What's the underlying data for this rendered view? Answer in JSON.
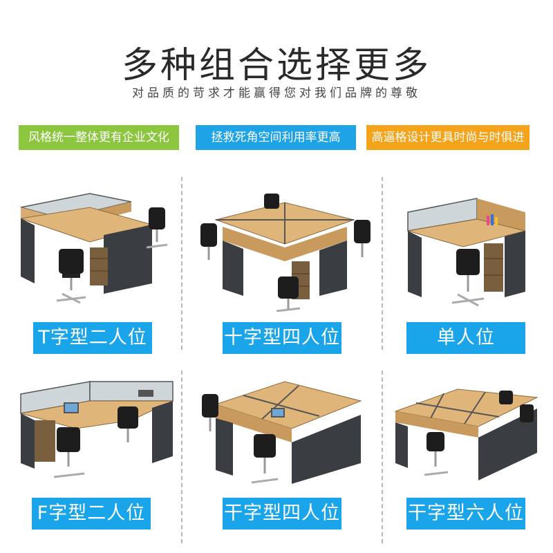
{
  "header": {
    "title": "多种组合选择更多",
    "subtitle": "对品质的苛求才能赢得您对我们品牌的尊敬"
  },
  "tags": [
    {
      "label": "风格统一整体更有企业文化",
      "color": "#8cc63f"
    },
    {
      "label": "拯救死角空间利用率更高",
      "color": "#1ea3e6"
    },
    {
      "label": "高逼格设计更具时尚与时俱进",
      "color": "#f5a31a"
    }
  ],
  "products": [
    {
      "label": "T字型二人位"
    },
    {
      "label": "十字型四人位"
    },
    {
      "label": "单人位"
    },
    {
      "label": "F字型二人位"
    },
    {
      "label": "干字型四人位"
    },
    {
      "label": "干字型六人位"
    }
  ],
  "colors": {
    "accent": "#1aa5ea",
    "wood": "#d9ad72",
    "panel": "#3a3d42",
    "glass": "#c9d3d8"
  }
}
